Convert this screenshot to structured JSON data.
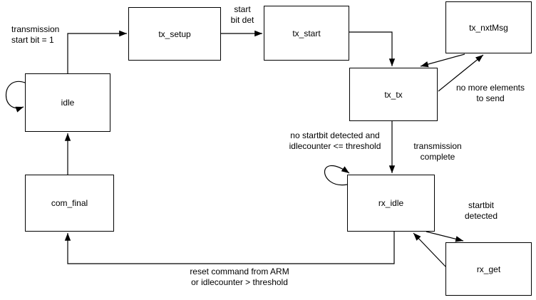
{
  "diagram": {
    "states": {
      "tx_setup": "tx_setup",
      "tx_start": "tx_start",
      "tx_nxtmsg": "tx_nxtMsg",
      "idle": "idle",
      "tx_tx": "tx_tx",
      "rx_idle": "rx_idle",
      "com_final": "com_final",
      "rx_get": "rx_get"
    },
    "labels": {
      "idle_to_tx_setup": "transmission\nstart bit = 1",
      "tx_setup_to_tx_start": "start\nbit det",
      "tx_tx_to_tx_nxtmsg": "no more elements\nto send",
      "rx_idle_self": "no startbit detected and\nidlecounter <= threshold",
      "tx_tx_to_rx_idle": "transmission\ncomplete",
      "rx_idle_rx_get": "startbit\ndetected",
      "rx_idle_to_com_final": "reset command from ARM\nor idlecounter > threshold"
    }
  }
}
